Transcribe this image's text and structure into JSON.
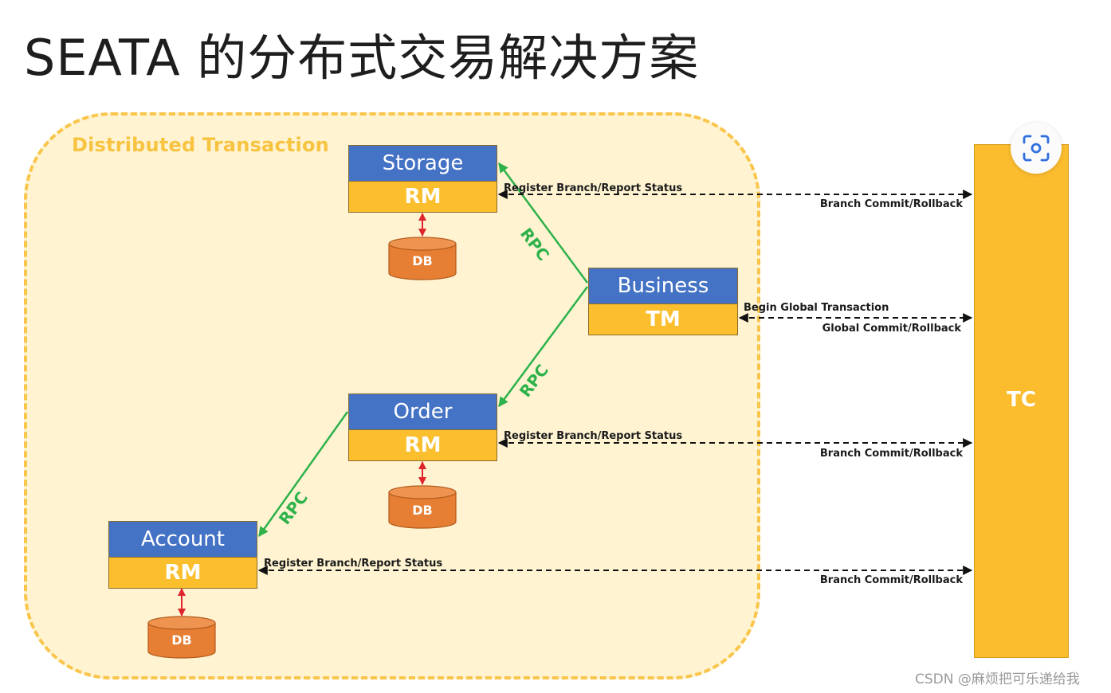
{
  "title": "SEATA 的分布式交易解决方案",
  "container_label": "Distributed Transaction",
  "services": {
    "storage": {
      "name": "Storage",
      "role": "RM"
    },
    "business": {
      "name": "Business",
      "role": "TM"
    },
    "order": {
      "name": "Order",
      "role": "RM"
    },
    "account": {
      "name": "Account",
      "role": "RM"
    }
  },
  "tc_label": "TC",
  "db_label": "DB",
  "rpc_label": "RPC",
  "links": {
    "storage_top": "Register Branch/Report Status",
    "storage_bottom": "Branch Commit/Rollback",
    "business_top": "Begin Global Transaction",
    "business_bottom": "Global Commit/Rollback",
    "order_top": "Register Branch/Report Status",
    "order_bottom": "Branch Commit/Rollback",
    "account_top": "Register Branch/Report Status",
    "account_bottom": "Branch Commit/Rollback"
  },
  "watermark": "CSDN @麻烦把可乐递给我",
  "colors": {
    "service_blue": "#4472c4",
    "role_yellow": "#fbbf2e",
    "db_orange": "#e67e33",
    "rpc_green": "#2db24b",
    "container_fill": "#fff3d1",
    "container_border": "#f9c54a"
  },
  "icons": {
    "scan": "scan-icon"
  }
}
